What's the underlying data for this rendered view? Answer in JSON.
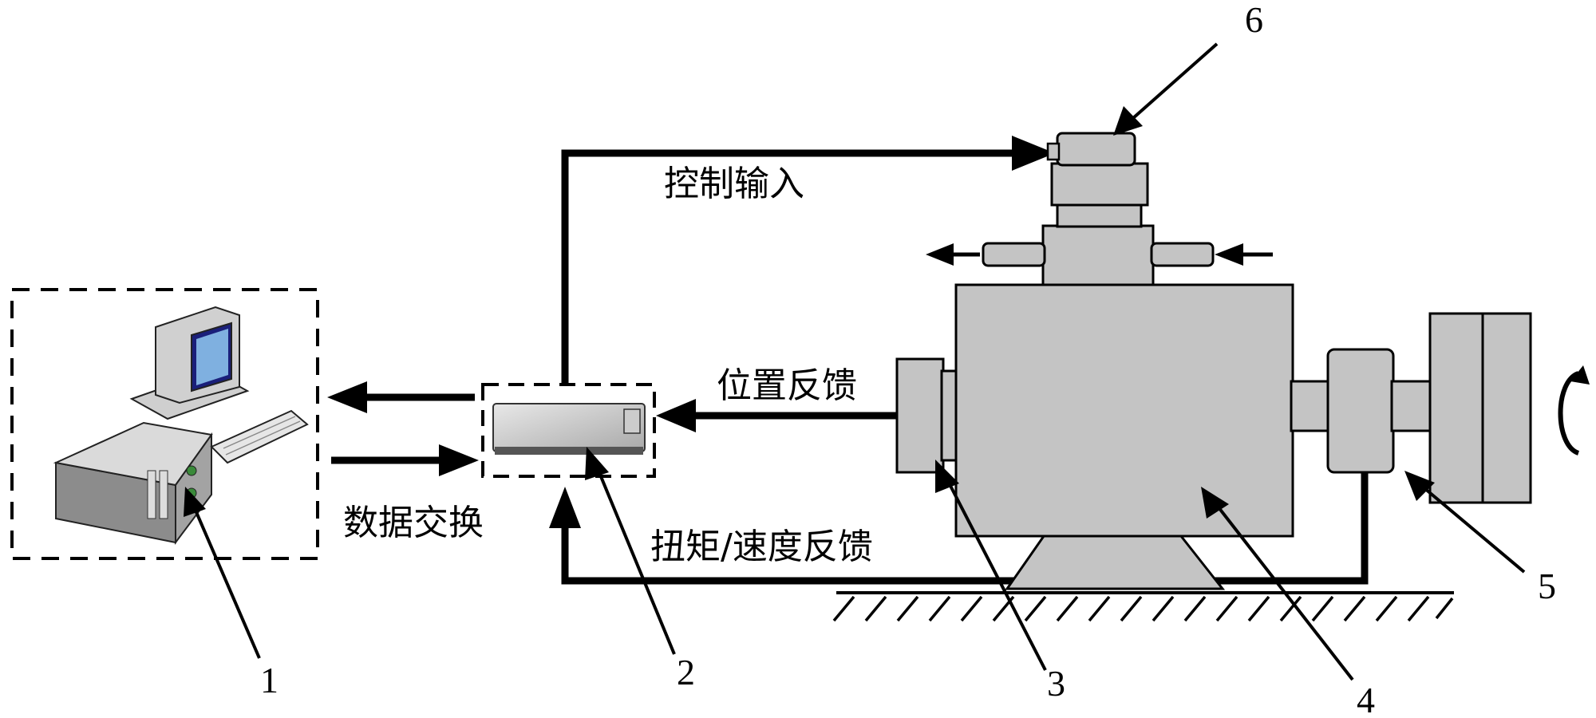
{
  "labels": {
    "control_input": "控制输入",
    "position_feedback": "位置反馈",
    "data_exchange": "数据交换",
    "torque_speed_feedback": "扭矩/速度反馈"
  },
  "callouts": [
    "1",
    "2",
    "3",
    "4",
    "5",
    "6"
  ],
  "icons": {
    "computer": "computer-workstation-icon",
    "controller": "controller-device-icon",
    "rotation": "rotation-arrow-icon"
  },
  "colors": {
    "device_gray": "#c4c4c4",
    "line": "#000000"
  }
}
